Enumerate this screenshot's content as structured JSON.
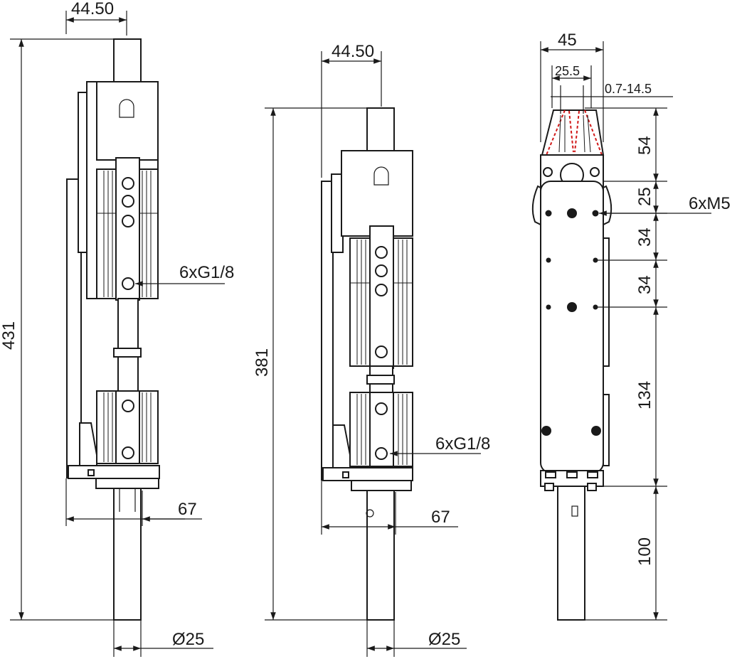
{
  "view_left": {
    "width_label": "44.50",
    "height_label": "431",
    "port_label": "6xG1/8",
    "base_label": "67",
    "rod_label": "Ø25"
  },
  "view_middle": {
    "width_label": "44.50",
    "height_label": "381",
    "port_label": "6xG1/8",
    "base_label": "67",
    "rod_label": "Ø25"
  },
  "view_right": {
    "width_label": "45",
    "inner_width_label": "25.5",
    "jaw_range_label": "0.7-14.5",
    "dim_a": "54",
    "dim_b": "25",
    "dim_c": "34",
    "dim_d": "34",
    "dim_e": "134",
    "dim_f": "100",
    "thread_label": "6xM5"
  },
  "colors": {
    "line": "#1a1a1a",
    "jaw_highlight": "#d11a1a",
    "background": "#ffffff"
  }
}
